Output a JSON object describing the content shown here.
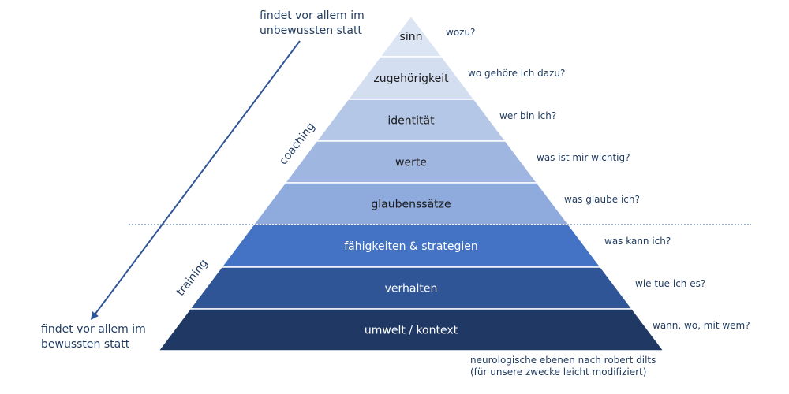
{
  "pyramid": {
    "levels": [
      {
        "label": "sinn",
        "question": "wozu?",
        "color": "#dce5f4"
      },
      {
        "label": "zugehörigkeit",
        "question": "wo gehöre ich dazu?",
        "color": "#d3def1"
      },
      {
        "label": "identität",
        "question": "wer bin ich?",
        "color": "#b4c7e7"
      },
      {
        "label": "werte",
        "question": "was ist mir wichtig?",
        "color": "#9fb6e0"
      },
      {
        "label": "glaubenssätze",
        "question": "was glaube ich?",
        "color": "#8faadc"
      },
      {
        "label": "fähigkeiten & strategien",
        "question": "was kann ich?",
        "color": "#4472c4"
      },
      {
        "label": "verhalten",
        "question": "wie tue ich es?",
        "color": "#2f5597"
      },
      {
        "label": "umwelt / kontext",
        "question": "wann, wo, mit wem?",
        "color": "#203864"
      }
    ]
  },
  "notes": {
    "top_line1": "findet vor allem im",
    "top_line2": "unbewussten statt",
    "bottom_line1": "findet vor allem im",
    "bottom_line2": "bewussten statt"
  },
  "side_labels": {
    "coaching": "coaching",
    "training": "training"
  },
  "caption": {
    "line1": "neurologische ebenen nach robert dilts",
    "line2": "(für unsere zwecke leicht modifiziert)"
  }
}
